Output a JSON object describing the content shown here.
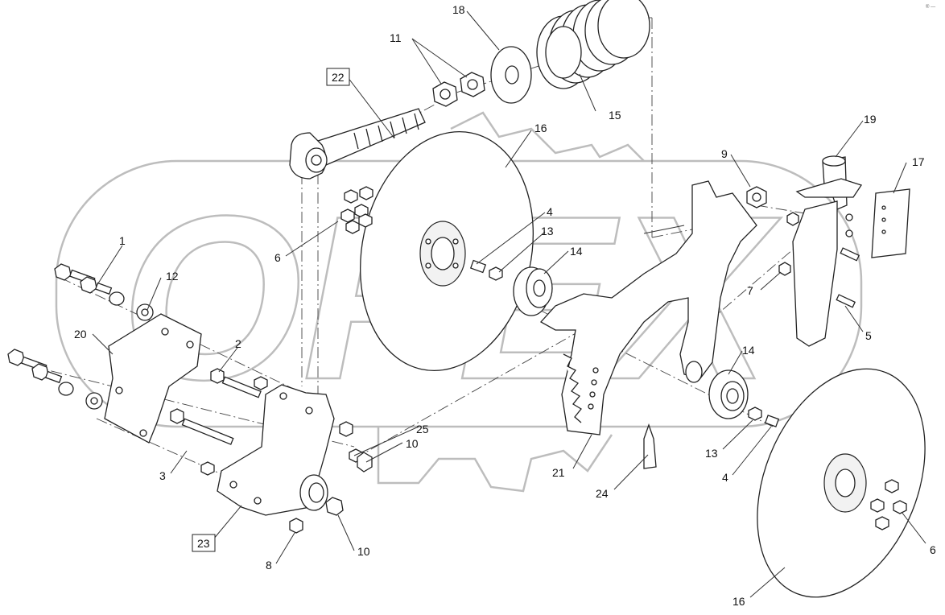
{
  "watermark": {
    "logo_text": "OPEX"
  },
  "corner_mark": "® —",
  "callouts": {
    "c1": "1",
    "c2": "2",
    "c3": "3",
    "c4_top": "4",
    "c4_bottom": "4",
    "c5": "5",
    "c6_left": "6",
    "c6_right": "6",
    "c7": "7",
    "c8": "8",
    "c9": "9",
    "c10_top": "10",
    "c10_bottom": "10",
    "c11": "11",
    "c12": "12",
    "c13_top": "13",
    "c13_bottom": "13",
    "c14_top": "14",
    "c14_right": "14",
    "c15": "15",
    "c16_top": "16",
    "c16_bottom": "16",
    "c17": "17",
    "c18": "18",
    "c19": "19",
    "c20": "20",
    "c21": "21",
    "c22": "22",
    "c23": "23",
    "c24": "24",
    "c25": "25"
  }
}
